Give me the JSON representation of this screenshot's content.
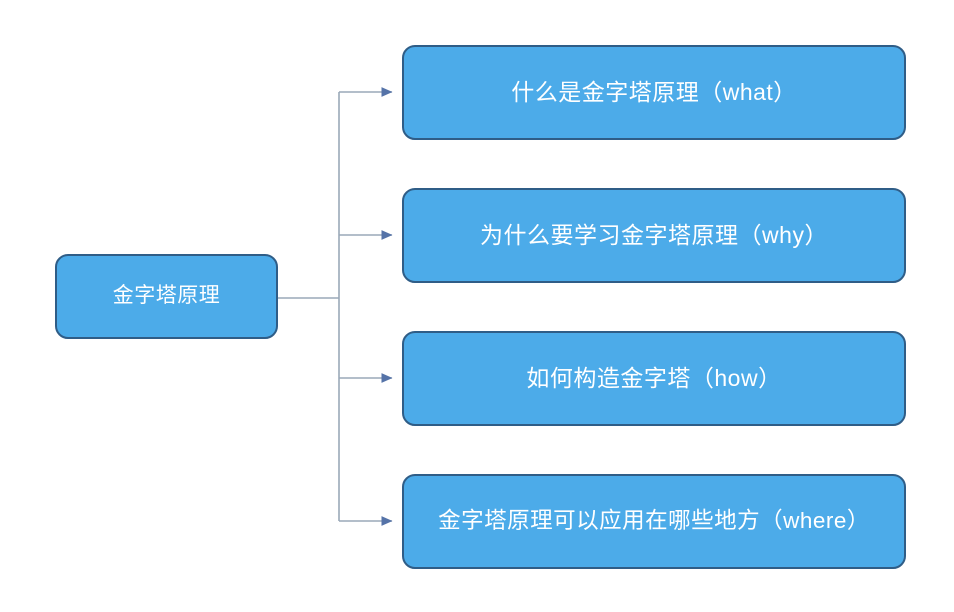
{
  "diagram": {
    "type": "mind-map",
    "background_color": "#ffffff",
    "node_fill_color": "#4cabe9",
    "node_border_color": "#2f5d87",
    "node_text_color": "#ffffff",
    "connector_line_color": "#9aa8b8",
    "connector_arrow_color": "#5573a8",
    "root": {
      "label": "金字塔原理"
    },
    "children": [
      {
        "label": "什么是金字塔原理（what）"
      },
      {
        "label": "为什么要学习金字塔原理（why）"
      },
      {
        "label": "如何构造金字塔（how）"
      },
      {
        "label": "金字塔原理可以应用在哪些地方（where）"
      }
    ]
  }
}
